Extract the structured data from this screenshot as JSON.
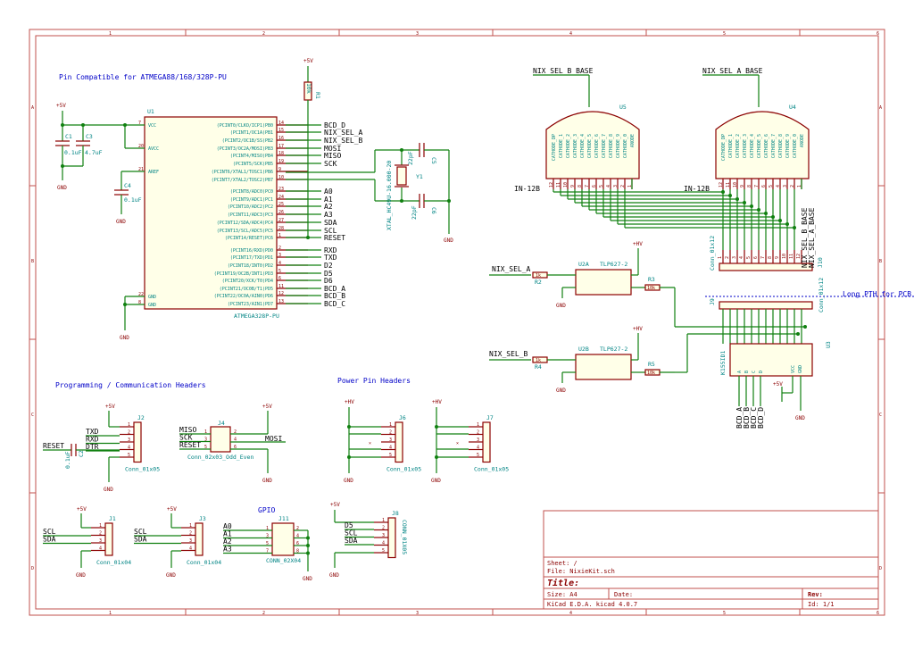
{
  "frame": {
    "columns": [
      "1",
      "2",
      "3",
      "4",
      "5",
      "6"
    ],
    "rows": [
      "A",
      "B",
      "C",
      "D"
    ]
  },
  "notes": {
    "pin_compat": "Pin Compatible for ATMEGA88/168/328P-PU",
    "programming": "Programming / Communication Headers",
    "power": "Power Pin Headers",
    "gpio": "GPIO",
    "long_pth": "Long PTH for PCB Connection"
  },
  "power": {
    "vcc": "+5V",
    "hv": "+HV",
    "gnd": "GND"
  },
  "mcu": {
    "ref": "U1",
    "value": "ATMEGA328P-PU",
    "left_pins": [
      {
        "num": "7",
        "name": "VCC"
      },
      {
        "num": "20",
        "name": "AVCC"
      },
      {
        "num": "21",
        "name": "AREF"
      },
      {
        "num": "22",
        "name": "GND"
      },
      {
        "num": "8",
        "name": "GND"
      }
    ],
    "right_pins": [
      {
        "num": "14",
        "name": "(PCINT0/CLKO/ICP1)PB0",
        "net": "BCD_D"
      },
      {
        "num": "15",
        "name": "(PCINT1/OC1A)PB1",
        "net": "NIX_SEL_A"
      },
      {
        "num": "16",
        "name": "(PCINT2/OC1B/SS)PB2",
        "net": "NIX_SEL_B"
      },
      {
        "num": "17",
        "name": "(PCINT3/OC2A/MOSI)PB3",
        "net": "MOSI"
      },
      {
        "num": "18",
        "name": "(PCINT4/MISO)PB4",
        "net": "MISO"
      },
      {
        "num": "19",
        "name": "(PCINT5/SCK)PB5",
        "net": "SCK"
      },
      {
        "num": "9",
        "name": "(PCINT6/XTAL1/TOSC1)PB6",
        "net": ""
      },
      {
        "num": "10",
        "name": "(PCINT7/XTAL2/TOSC2)PB7",
        "net": ""
      },
      {
        "num": "23",
        "name": "(PCINT8/ADC0)PC0",
        "net": "A0"
      },
      {
        "num": "24",
        "name": "(PCINT9/ADC1)PC1",
        "net": "A1"
      },
      {
        "num": "25",
        "name": "(PCINT10/ADC2)PC2",
        "net": "A2"
      },
      {
        "num": "26",
        "name": "(PCINT11/ADC3)PC3",
        "net": "A3"
      },
      {
        "num": "27",
        "name": "(PCINT12/SDA/ADC4)PC4",
        "net": "SDA"
      },
      {
        "num": "28",
        "name": "(PCINT13/SCL/ADC5)PC5",
        "net": "SCL"
      },
      {
        "num": "1",
        "name": "(PCINT14/RESET)PC6",
        "net": "RESET"
      },
      {
        "num": "2",
        "name": "(PCINT16/RXD)PD0",
        "net": "RXD"
      },
      {
        "num": "3",
        "name": "(PCINT17/TXD)PD1",
        "net": "TXD"
      },
      {
        "num": "4",
        "name": "(PCINT18/INT0)PD2",
        "net": "D2"
      },
      {
        "num": "5",
        "name": "(PCINT19/OC2B/INT1)PD3",
        "net": "D5"
      },
      {
        "num": "6",
        "name": "(PCINT20/XCK/T0)PD4",
        "net": "D6"
      },
      {
        "num": "11",
        "name": "(PCINT21/OC0B/T1)PD5",
        "net": "BCD_A"
      },
      {
        "num": "12",
        "name": "(PCINT22/OC0A/AIN0)PD6",
        "net": "BCD_B"
      },
      {
        "num": "13",
        "name": "(PCINT23/AIN1)PD7",
        "net": "BCD_C"
      }
    ]
  },
  "passives": {
    "c1": {
      "ref": "C1",
      "value": "0.1uF"
    },
    "c3": {
      "ref": "C3",
      "value": "4.7uF"
    },
    "c4": {
      "ref": "C4",
      "value": "0.1uF"
    },
    "c5": {
      "ref": "C5",
      "value": "22pF"
    },
    "c6": {
      "ref": "C6",
      "value": "22pF"
    },
    "c2": {
      "ref": "C2",
      "value": "0.1uF"
    },
    "r1": {
      "ref": "R1",
      "value": "10k"
    },
    "y1": {
      "ref": "Y1",
      "value": "XTAL_HC49U-16.000-20"
    },
    "r2": {
      "ref": "R2",
      "value": "1k"
    },
    "r4": {
      "ref": "R4",
      "value": "1k"
    },
    "r3": {
      "ref": "R3",
      "value": "10k"
    },
    "r5": {
      "ref": "R5",
      "value": "10k"
    }
  },
  "nixies": {
    "u5": {
      "ref": "U5",
      "value": "IN-12B",
      "base_net": "NIX_SEL_B_BASE"
    },
    "u4": {
      "ref": "U4",
      "value": "IN-12B",
      "base_net": "NIX_SEL_A_BASE"
    },
    "pins": [
      "CATHODE_DP",
      "CATHODE_1",
      "CATHODE_2",
      "CATHODE_3",
      "CATHODE_4",
      "CATHODE_5",
      "CATHODE_6",
      "CATHODE_7",
      "CATHODE_8",
      "CATHODE_9",
      "CATHODE_0",
      "ANODE"
    ],
    "pin_nums": [
      "12",
      "11",
      "10",
      "9",
      "8",
      "7",
      "6",
      "5",
      "4",
      "3",
      "2",
      "1"
    ]
  },
  "opto": {
    "u2a": {
      "ref": "U2A",
      "value": "TLP627-2",
      "in_net": "NIX_SEL_A"
    },
    "u2b": {
      "ref": "U2B",
      "value": "TLP627-2",
      "in_net": "NIX_SEL_B"
    }
  },
  "connectors": {
    "j10": {
      "ref": "J10",
      "value": "Conn_01x12",
      "nets": [
        "NIX_SEL_B_BASE",
        "NIX_SEL_A_BASE"
      ]
    },
    "j9": {
      "ref": "J9",
      "value": "Conn_01x12"
    },
    "u3": {
      "ref": "U3",
      "value": "K155ID1",
      "inputs": [
        "A",
        "B",
        "C",
        "D"
      ],
      "nets": [
        "BCD_A",
        "BCD_B",
        "BCD_C",
        "BCD_D"
      ],
      "pins": [
        "VCC",
        "GND"
      ]
    },
    "j2": {
      "ref": "J2",
      "value": "Conn_01x05",
      "nets": [
        "TXD",
        "RXD",
        "DTR"
      ],
      "reset": "RESET"
    },
    "j4": {
      "ref": "J4",
      "value": "Conn_02x03_Odd_Even",
      "left": [
        "MISO",
        "SCK",
        "RESET"
      ],
      "right": "MOSI"
    },
    "j6": {
      "ref": "J6",
      "value": "Conn_01x05"
    },
    "j7": {
      "ref": "J7",
      "value": "Conn_01x05"
    },
    "j1": {
      "ref": "J1",
      "value": "Conn_01x04",
      "nets": [
        "SCL",
        "SDA"
      ]
    },
    "j3": {
      "ref": "J3",
      "value": "Conn_01x04",
      "nets": [
        "SCL",
        "SDA"
      ]
    },
    "j11": {
      "ref": "J11",
      "value": "CONN_02X04",
      "nets": [
        "A0",
        "A1",
        "A2",
        "A3"
      ]
    },
    "j8": {
      "ref": "J8",
      "value": "CONN_01X05",
      "nets": [
        "D5",
        "SCL",
        "SDA"
      ]
    }
  },
  "titleblock": {
    "sheet": "Sheet: /",
    "file": "File: NixieKit.sch",
    "title": "Title:",
    "size": "Size: A4",
    "date": "Date:",
    "rev": "Rev:",
    "app": "KiCad E.D.A.  kicad 4.0.7",
    "id": "Id: 1/1"
  }
}
